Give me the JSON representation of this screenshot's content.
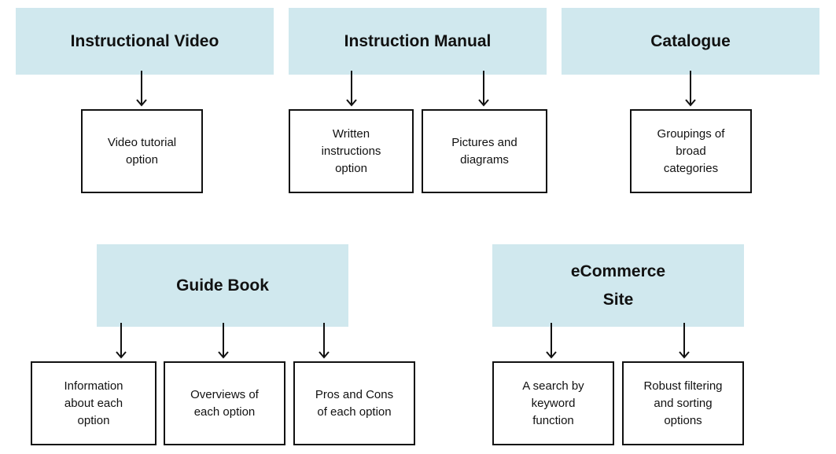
{
  "groups": [
    {
      "title": "Instructional Video",
      "items": [
        "Video tutorial\noption"
      ]
    },
    {
      "title": "Instruction Manual",
      "items": [
        "Written\ninstructions\noption",
        "Pictures and\ndiagrams"
      ]
    },
    {
      "title": "Catalogue",
      "items": [
        "Groupings of\nbroad\ncategories"
      ]
    },
    {
      "title": "Guide Book",
      "items": [
        "Information\nabout each\noption",
        "Overviews of\neach option",
        "Pros and Cons\nof each option"
      ]
    },
    {
      "title": "eCommerce\nSite",
      "items": [
        "A search by\nkeyword\nfunction",
        "Robust filtering\nand sorting\noptions"
      ]
    }
  ],
  "colors": {
    "header_fill": "#d0e8ee",
    "line": "#111111"
  }
}
